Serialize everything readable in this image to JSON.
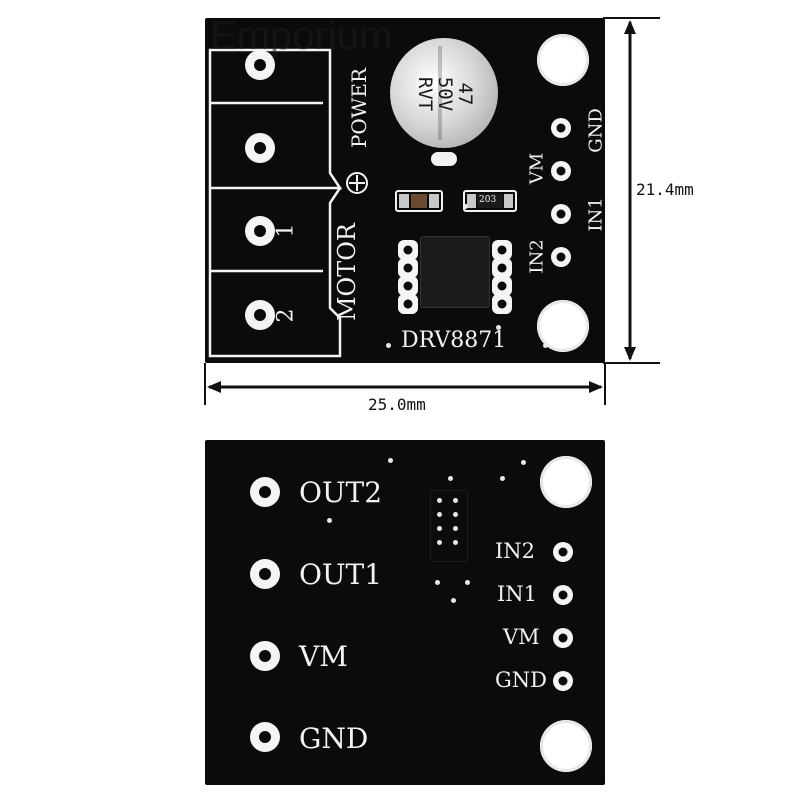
{
  "watermark": "Emporium",
  "dimensions": {
    "height": "21.4mm",
    "width": "25.0mm"
  },
  "top_side": {
    "capacitor_lines": [
      "47",
      "50V",
      "RVT"
    ],
    "power_label": "POWER",
    "motor_label": "MOTOR",
    "motor_pin_1": "1",
    "motor_pin_2": "2",
    "chip_label": "DRV8871",
    "resistor_code": "203",
    "pin_labels": [
      "GND",
      "VM",
      "IN1",
      "IN2"
    ]
  },
  "bottom_side": {
    "left_labels": [
      "OUT2",
      "OUT1",
      "VM",
      "GND"
    ],
    "right_labels": [
      "IN2",
      "IN1",
      "VM",
      "GND"
    ]
  },
  "colors": {
    "pcb": "#0b0b0c",
    "silkscreen": "#f2f2f2",
    "background": "#ffffff"
  }
}
